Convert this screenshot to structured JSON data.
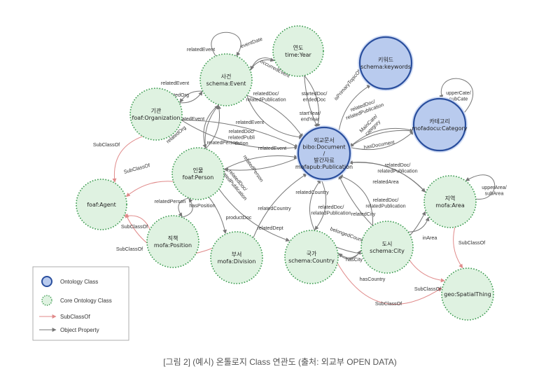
{
  "caption": "[그림 2] (예시) 온톨로지 Class 연관도 (출처: 외교부 OPEN DATA)",
  "legend": {
    "ontology_class": "Ontology Class",
    "core_ontology_class": "Core Ontology Class",
    "subclassof": "SubClassOf",
    "object_property": "Object Property"
  },
  "colors": {
    "core_fill": "#dff2e1",
    "core_stroke": "#3a9a4e",
    "onto_fill": "#b9cbee",
    "onto_stroke": "#2a4f9e",
    "subclass_edge": "#e08a8a",
    "property_edge": "#777777"
  },
  "nodes": [
    {
      "id": "event",
      "type": "core",
      "lines": [
        "사건",
        "schema:Event"
      ]
    },
    {
      "id": "year",
      "type": "core",
      "lines": [
        "연도",
        "time:Year"
      ]
    },
    {
      "id": "keywords",
      "type": "onto",
      "lines": [
        "키워드",
        "schema:keywords"
      ]
    },
    {
      "id": "org",
      "type": "core",
      "lines": [
        "기관",
        "foaf:Organization"
      ]
    },
    {
      "id": "category",
      "type": "onto",
      "lines": [
        "카테고리",
        "mofadocu:Category"
      ]
    },
    {
      "id": "document",
      "type": "onto",
      "lines": [
        "외교문서",
        "bibo:Document",
        "/",
        "발간자료",
        "mofapub:Publication"
      ]
    },
    {
      "id": "person",
      "type": "core",
      "lines": [
        "인물",
        "foaf:Person"
      ]
    },
    {
      "id": "agent",
      "type": "core",
      "lines": [
        "foaf:Agent"
      ]
    },
    {
      "id": "area",
      "type": "core",
      "lines": [
        "지역",
        "mofa:Area"
      ]
    },
    {
      "id": "position",
      "type": "core",
      "lines": [
        "직책",
        "mofa:Position"
      ]
    },
    {
      "id": "division",
      "type": "core",
      "lines": [
        "부서",
        "mofa:Division"
      ]
    },
    {
      "id": "country",
      "type": "core",
      "lines": [
        "국가",
        "schema:Country"
      ]
    },
    {
      "id": "city",
      "type": "core",
      "lines": [
        "도시",
        "schema:City"
      ]
    },
    {
      "id": "spatial",
      "type": "core",
      "lines": [
        "geo:SpatialThing"
      ]
    }
  ],
  "edge_labels": [
    "relatedEvent",
    "eventDate",
    "occurredEvent",
    "relatedEvent",
    "relatedOrg",
    "relatedDoc/\nrelatedPublication",
    "startedDoc/\nendedDoc",
    "isPrimaryTopicOf",
    "relatedDoc/\nrelatedPublication",
    "upperCate/\nsubCate",
    "relatedEvent",
    "startYear/\nendYear",
    "MainCate/\ncategory",
    "relatedOrg",
    "relatedDoc/\nrelatedPubli\ncation",
    "relatedEvent",
    "relatedEvent",
    "hasDocument",
    "relatedPerson",
    "SubClassOf",
    "SubClassOf",
    "relatedPerson",
    "relatedDoc/\nrelatedPublication",
    "relatedDoc/\nrelatedPublication",
    "upperArea/\nsubArea",
    "relatedArea",
    "relatedCountry",
    "relatedPerson",
    "hasPosition",
    "relatedCountry",
    "relatedDoc/\nrelatedPublication",
    "relatedDoc/\nrelatedPublication",
    "relatedCity",
    "productDoc",
    "SubClassOf",
    "relatedDept",
    "belongedCountry",
    "inArea",
    "SubClassOf",
    "SubClassOf",
    "hasCity",
    "hasCountry",
    "SubClassOf",
    "SubClassOf"
  ]
}
